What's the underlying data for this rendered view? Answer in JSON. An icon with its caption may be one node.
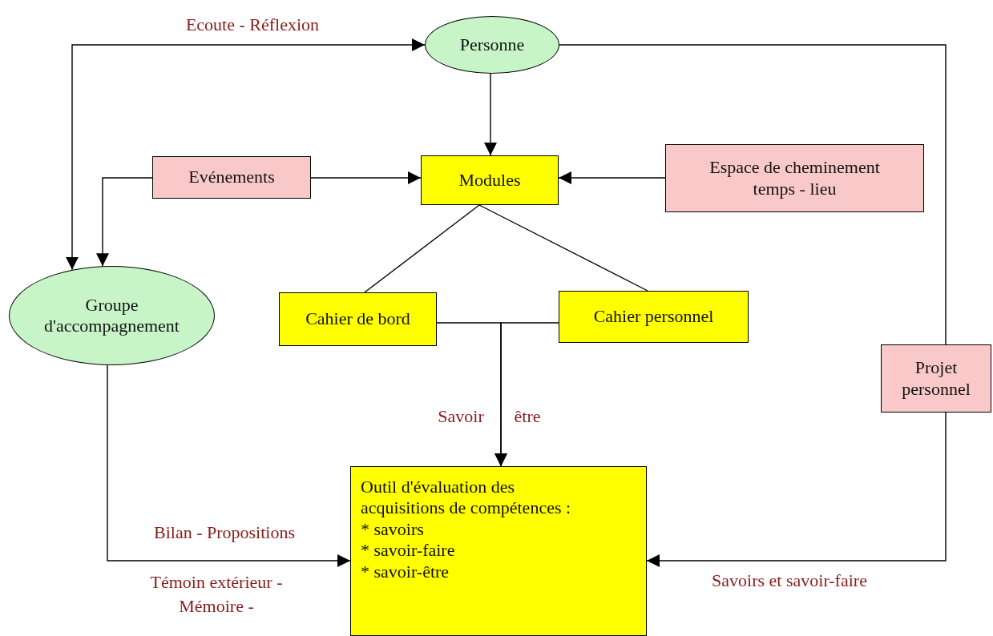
{
  "diagram": {
    "nodes": [
      {
        "text": [
          "Personne"
        ]
      },
      {
        "text": [
          "Evénements"
        ]
      },
      {
        "text": [
          "Modules"
        ]
      },
      {
        "text": [
          "Espace de cheminement temps - lieu"
        ]
      },
      {
        "text": [
          "Groupe d'accompagnement"
        ]
      },
      {
        "text": [
          "Cahier de bord"
        ]
      },
      {
        "text": [
          "Cahier personnel"
        ]
      },
      {
        "text": [
          "Projet personnel"
        ]
      },
      {
        "text": [
          "Outil d'évaluation des acquisitions de compétences :",
          "* savoirs",
          "* savoir-faire",
          "* savoir-être"
        ]
      }
    ],
    "edges": [
      {
        "from": 0,
        "to": 4,
        "arrow": "both",
        "label": "Ecoute - Réflexion"
      },
      {
        "from": 0,
        "to": 2,
        "arrow": "to"
      },
      {
        "from": 1,
        "to": 2,
        "arrow": "to"
      },
      {
        "from": 1,
        "to": 4,
        "arrow": "to"
      },
      {
        "from": 3,
        "to": 2,
        "arrow": "to"
      },
      {
        "from": 2,
        "to": 5,
        "arrow": "none"
      },
      {
        "from": 2,
        "to": 6,
        "arrow": "none"
      },
      {
        "from": 5,
        "to": 8,
        "arrow": "to"
      },
      {
        "from": 6,
        "to": 8,
        "arrow": "to"
      },
      {
        "from": 4,
        "to": 8,
        "arrow": "to",
        "label": "Bilan - Propositions"
      },
      {
        "from": 0,
        "to": 7,
        "arrow": "none"
      },
      {
        "from": 7,
        "to": 8,
        "arrow": "to",
        "label": "Savoirs et savoir-faire"
      }
    ],
    "labels": [
      "Savoir",
      "être",
      "Témoin extérieur - Mémoire -"
    ]
  }
}
